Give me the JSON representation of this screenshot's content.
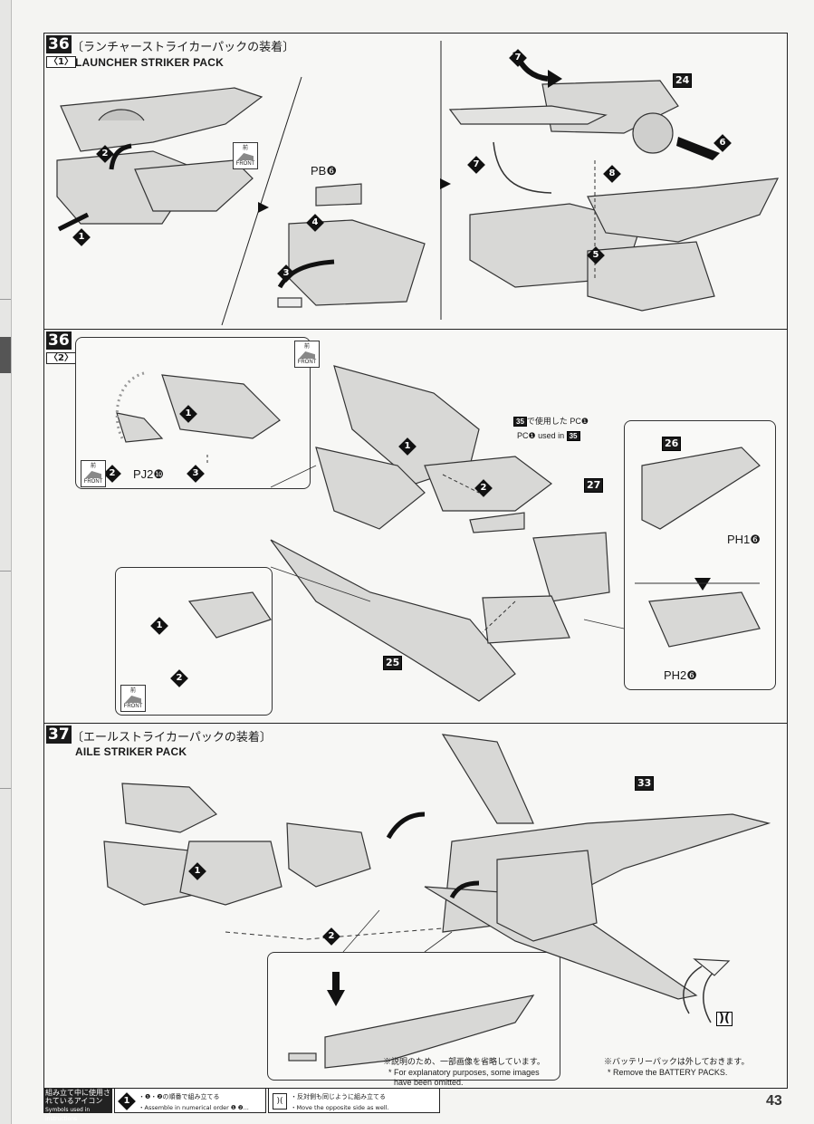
{
  "page_number": "43",
  "step36": {
    "number": "36",
    "title_jp": "〔ランチャーストライカーパックの装着〕",
    "part1": {
      "tag": "〈1〉",
      "title_en": "LAUNCHER STRIKER PACK",
      "part_pb": "PB❻",
      "part_box_24": "24",
      "front_jp": "前",
      "front_en": "FRONT",
      "steps": [
        "1",
        "2",
        "3",
        "4",
        "5",
        "6",
        "7",
        "7",
        "8"
      ]
    },
    "part2": {
      "tag": "〈2〉",
      "front_jp": "前",
      "front_en": "FRONT",
      "pj2": "PJ2❿",
      "note_pc_jp_part": "35",
      "note_pc_jp_text": "で使用した PC❶",
      "note_pc_en_text": "PC❶ used in",
      "note_pc_en_part": "35",
      "part_box_26": "26",
      "part_box_27": "27",
      "part_box_25": "25",
      "ph1": "PH1❻",
      "ph2": "PH2❻"
    }
  },
  "step37": {
    "number": "37",
    "title_jp": "〔エールストライカーパックの装着〕",
    "title_en": "AILE STRIKER PACK",
    "part_box_33": "33",
    "note_omit_jp": "※説明のため、一部画像を省略しています。",
    "note_omit_en1": "* For explanatory purposes, some images",
    "note_omit_en2": "have been omitted.",
    "note_battery_jp": "※バッテリーパックは外しておきます。",
    "note_battery_en": "* Remove the BATTERY PACKS."
  },
  "legend": {
    "header_jp": "組み立て中に使用されているアイコン",
    "header_en": "Symbols used in instructions",
    "order_jp": "・❶・❷の順番で組み立てる",
    "order_en": "・Assemble in numerical order ❶ ❷...",
    "mirror_jp": "・反対側も同じように組み立てる",
    "mirror_en": "・Move the opposite side as well."
  }
}
